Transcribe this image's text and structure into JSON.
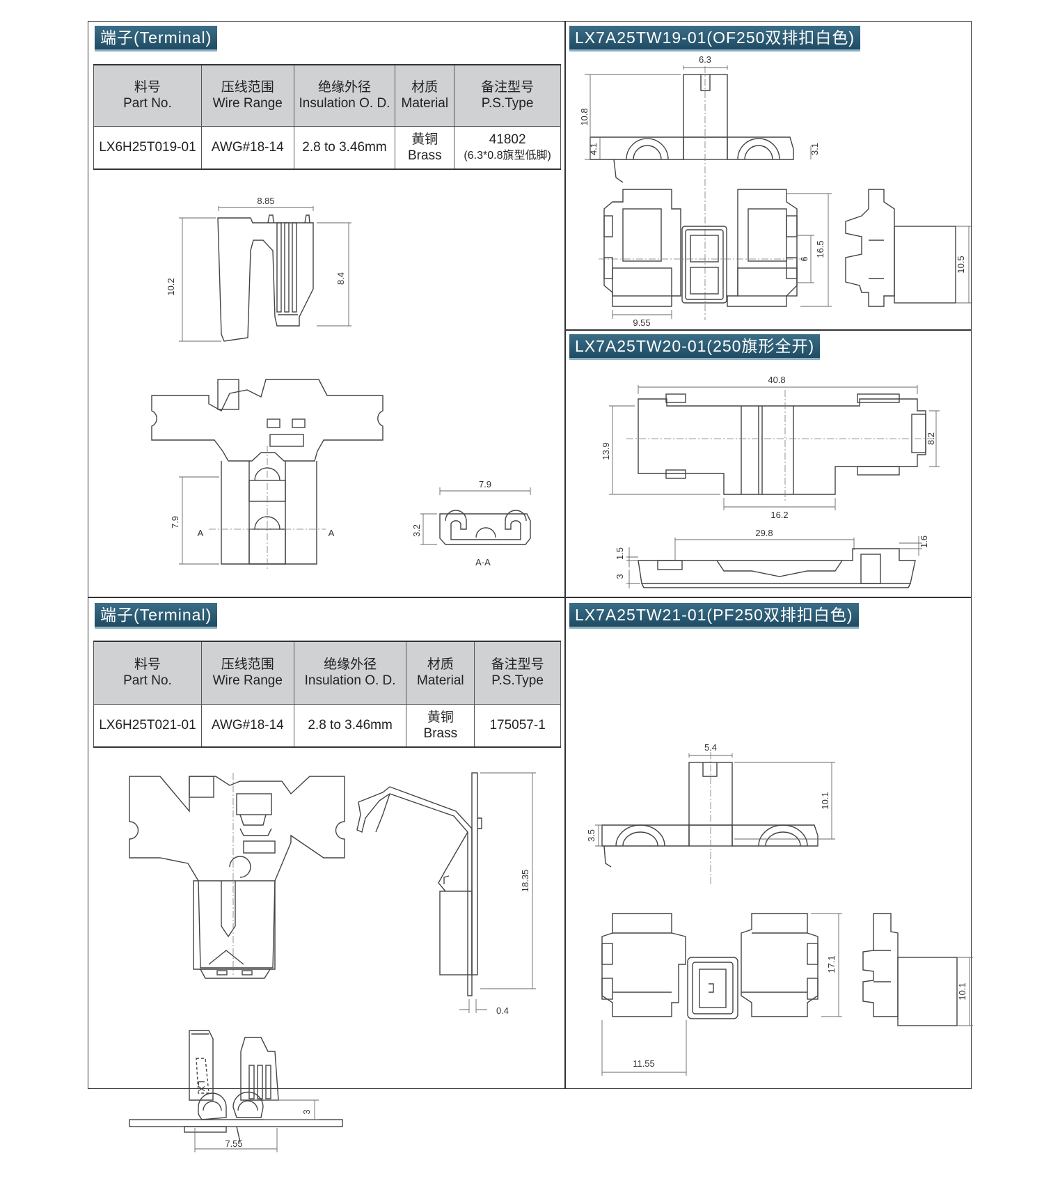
{
  "section1": {
    "title": "端子(Terminal)",
    "headers": [
      {
        "cn": "料号",
        "en": "Part No."
      },
      {
        "cn": "压线范围",
        "en": "Wire Range"
      },
      {
        "cn": "绝缘外径",
        "en": "Insulation O. D."
      },
      {
        "cn": "材质",
        "en": "Material"
      },
      {
        "cn": "备注型号",
        "en": "P.S.Type"
      }
    ],
    "row": {
      "part": "LX6H25T019-01",
      "wire": "AWG#18-14",
      "insulation": "2.8  to  3.46mm",
      "material_cn": "黄铜",
      "material_en": "Brass",
      "type": "41802",
      "type_note": "(6.3*0.8旗型低脚)"
    },
    "dims": {
      "w1": "8.85",
      "h1": "10.2",
      "h2": "8.4",
      "h3": "7.9",
      "sec_w": "7.9",
      "sec_h": "3.2",
      "a_left": "A",
      "a_right": "A",
      "section_label": "A-A"
    }
  },
  "section2": {
    "title": "LX7A25TW19-01(OF250双排扣白色)",
    "dims": {
      "top_w": "6.3",
      "h_total": "10.8",
      "h_left": "4.1",
      "h_right": "3.1",
      "w_base": "9.55",
      "h_mid": "6",
      "h_body": "16.5",
      "h_side": "10.5"
    }
  },
  "section3": {
    "title": "LX7A25TW20-01(250旗形全开)",
    "dims": {
      "w_total": "40.8",
      "h_total": "13.9",
      "h_right": "8.2",
      "w_bottom": "16.2",
      "w_side": "29.8",
      "h_side1": "1.5",
      "h_side2": "3",
      "h_side3": "1.6"
    }
  },
  "section4": {
    "title": "端子(Terminal)",
    "headers": [
      {
        "cn": "料号",
        "en": "Part No."
      },
      {
        "cn": "压线范围",
        "en": "Wire Range"
      },
      {
        "cn": "绝缘外径",
        "en": "Insulation O. D."
      },
      {
        "cn": "材质",
        "en": "Material"
      },
      {
        "cn": "备注型号",
        "en": "P.S.Type"
      }
    ],
    "row": {
      "part": "LX6H25T021-01",
      "wire": "AWG#18-14",
      "insulation": "2.8  to  3.46mm",
      "material_cn": "黄铜",
      "material_en": "Brass",
      "type": "175057-1"
    },
    "dims": {
      "h_side": "18.35",
      "thick": "0.4",
      "h_crimp": "3",
      "w_crimp": "7.55",
      "mark": "LX"
    }
  },
  "section5": {
    "title": "LX7A25TW21-01(PF250双排扣白色)",
    "dims": {
      "top_w": "5.4",
      "h_top": "10.1",
      "h_left": "3.5",
      "w_base": "11.55",
      "h_body": "17.1",
      "h_side": "10.1"
    }
  }
}
